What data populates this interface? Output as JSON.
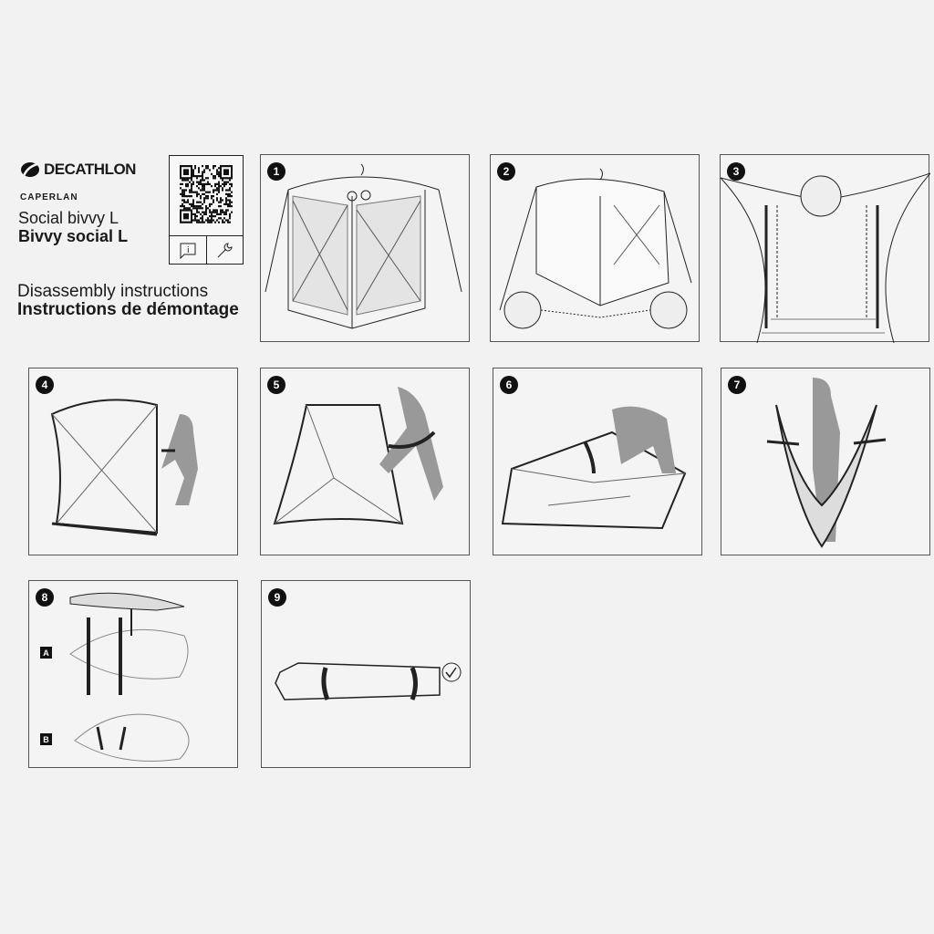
{
  "brand": {
    "logo_text": "DECATHLON",
    "sub_brand": "CAPERLAN"
  },
  "product": {
    "name_en": "Social bivvy L",
    "name_fr": "Bivvy social L"
  },
  "document": {
    "title_en": "Disassembly instructions",
    "title_fr": "Instructions de démontage"
  },
  "qr_icons": [
    "info-icon",
    "wrench-icon"
  ],
  "info_glyph": "i",
  "steps": [
    {
      "number": "1"
    },
    {
      "number": "2"
    },
    {
      "number": "3"
    },
    {
      "number": "4"
    },
    {
      "number": "5"
    },
    {
      "number": "6"
    },
    {
      "number": "7"
    },
    {
      "number": "8",
      "sub_labels": [
        "A",
        "B"
      ]
    },
    {
      "number": "9"
    }
  ]
}
